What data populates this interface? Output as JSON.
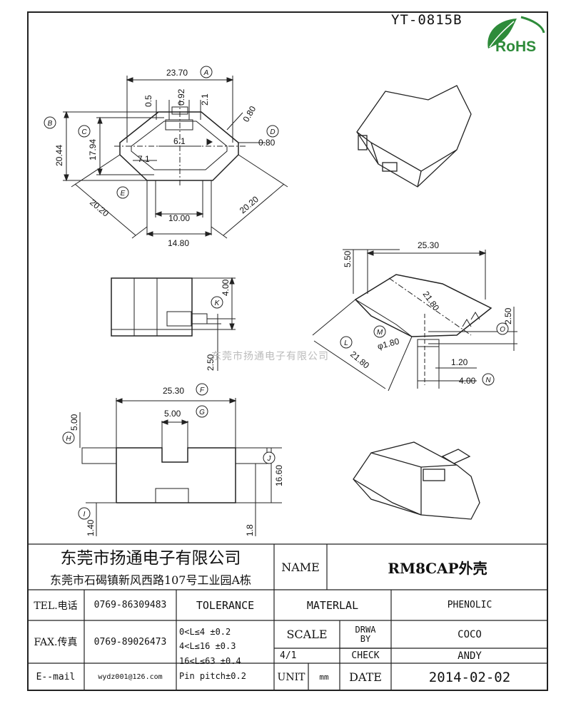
{
  "header": {
    "part_number": "YT-0815B",
    "rohs_label": "RoHS",
    "watermark": "东莞市扬通电子有限公司"
  },
  "dimensions": {
    "top_view": {
      "A": "23.70",
      "A_tag": "A",
      "d05": "0.5",
      "d092": "0.92",
      "d21": "2.1",
      "d080a": "0.80",
      "B": "20.44",
      "B_tag": "B",
      "C": "17.94",
      "C_tag": "C",
      "D": "0.80",
      "D_tag": "D",
      "d61": "6.1",
      "d71": "7.1",
      "E": "20.20",
      "E_tag": "E",
      "E2": "20.20",
      "d1000": "10.00",
      "d1480": "14.80"
    },
    "side_view": {
      "K": "4.00",
      "K_tag": "K",
      "d250": "2.50"
    },
    "front_view": {
      "F": "25.30",
      "F_tag": "F",
      "G": "5.00",
      "G_tag": "G",
      "H": "5.00",
      "H_tag": "H",
      "J": "16.60",
      "J_tag": "J",
      "I": "1.40",
      "I_tag": "I",
      "d18": "1.8"
    },
    "bottom_view": {
      "d2530": "25.30",
      "d550": "5.50",
      "d2180a": "21.80",
      "L": "21.80",
      "L_tag": "L",
      "M": "φ1.80",
      "M_tag": "M",
      "O": "2.50",
      "O_tag": "O",
      "d120": "1.20",
      "N": "4.00",
      "N_tag": "N"
    }
  },
  "title_block": {
    "company_name": "东莞市扬通电子有限公司",
    "company_address": "东莞市石碣镇新风西路107号工业园A栋",
    "name_label": "NAME",
    "name_value": "RM8CAP外壳",
    "tel_label": "TEL.电话",
    "tel_value": "0769-86309483",
    "tolerance_label": "TOLERANCE",
    "material_label": "MATERLAL",
    "material_value": "PHENOLIC",
    "fax_label": "FAX.传真",
    "fax_value": "0769-89026473",
    "tol_line1": "0<L≤4   ±0.2",
    "tol_line2": "4<L≤16  ±0.3",
    "tol_line3": "16<L≤63 ±0.4",
    "tol_line4": "Pin pitch±0.2",
    "scale_label": "SCALE",
    "scale_value": "4/1",
    "drwa_label": "DRWA BY",
    "drwa_value": "COCO",
    "check_label": "CHECK",
    "check_value": "ANDY",
    "email_label": "E--mail",
    "email_value": "wydz001@126.com",
    "unit_label": "UNIT",
    "unit_value": "mm",
    "date_label": "DATE",
    "date_value": "2014-02-02"
  }
}
